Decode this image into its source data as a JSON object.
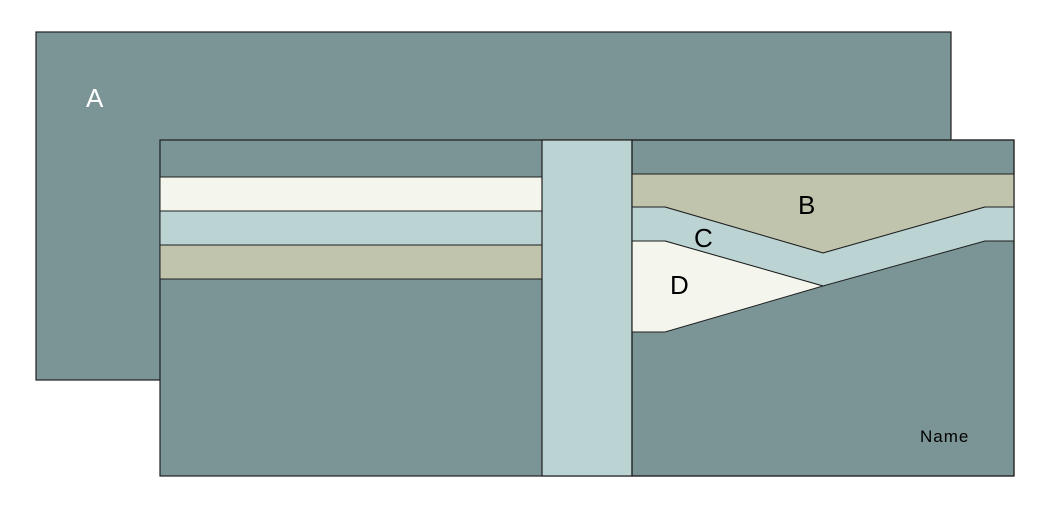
{
  "labels": {
    "a": "A",
    "b": "B",
    "c": "C",
    "d": "D",
    "name": "Name"
  },
  "colors": {
    "background": "#ffffff",
    "dark_teal": "#7b9596",
    "light_cream": "#f4f6ee",
    "pale_blue": "#bbd3d2",
    "khaki": "#c0c4ad",
    "outline": "#1e1e1e"
  }
}
